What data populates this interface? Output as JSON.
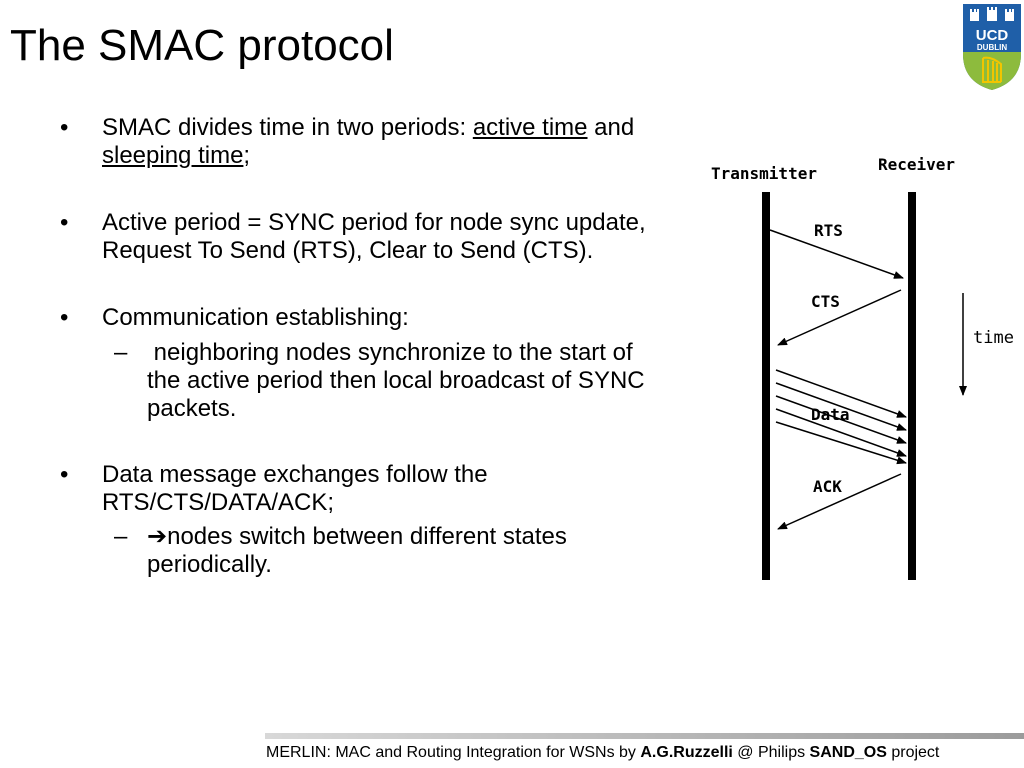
{
  "slide": {
    "title": "The SMAC protocol"
  },
  "bullets": {
    "b1": {
      "marker": "•",
      "pre": "SMAC divides time in two periods: ",
      "u1": "active time",
      "mid": " and",
      "u2": "sleeping time",
      "post": ";"
    },
    "b2": {
      "marker": "•",
      "line1": "Active period = SYNC period for  node sync update,",
      "line2": "Request To Send (RTS), Clear to Send (CTS)."
    },
    "b3": {
      "marker": "•",
      "text": "Communication establishing:"
    },
    "s1": {
      "marker": "–",
      "line1": " neighboring nodes synchronize to the start of",
      "line2": "the active period then local broadcast of SYNC",
      "line3": "packets."
    },
    "b4": {
      "marker": "•",
      "line1": "Data message exchanges follow the",
      "line2": "RTS/CTS/DATA/ACK;"
    },
    "s2": {
      "marker": "–",
      "arrow": "➔",
      "line1": "nodes switch between different states",
      "line2": "periodically."
    }
  },
  "diagram": {
    "transmitter": "Transmitter",
    "receiver": "Receiver",
    "rts": "RTS",
    "cts": "CTS",
    "data": "Data",
    "ack": "ACK",
    "time": "time"
  },
  "footer": {
    "pre": "MERLIN: MAC and Routing Integration for WSNs by ",
    "author": "A.G.Ruzzelli",
    "mid": " @ Philips ",
    "project": "SAND_OS",
    "post": " project"
  },
  "logo": {
    "text1": "UCD",
    "text2": "DUBLIN",
    "shield_color": "#1f5fa8",
    "lower_color": "#8dbb3d"
  }
}
